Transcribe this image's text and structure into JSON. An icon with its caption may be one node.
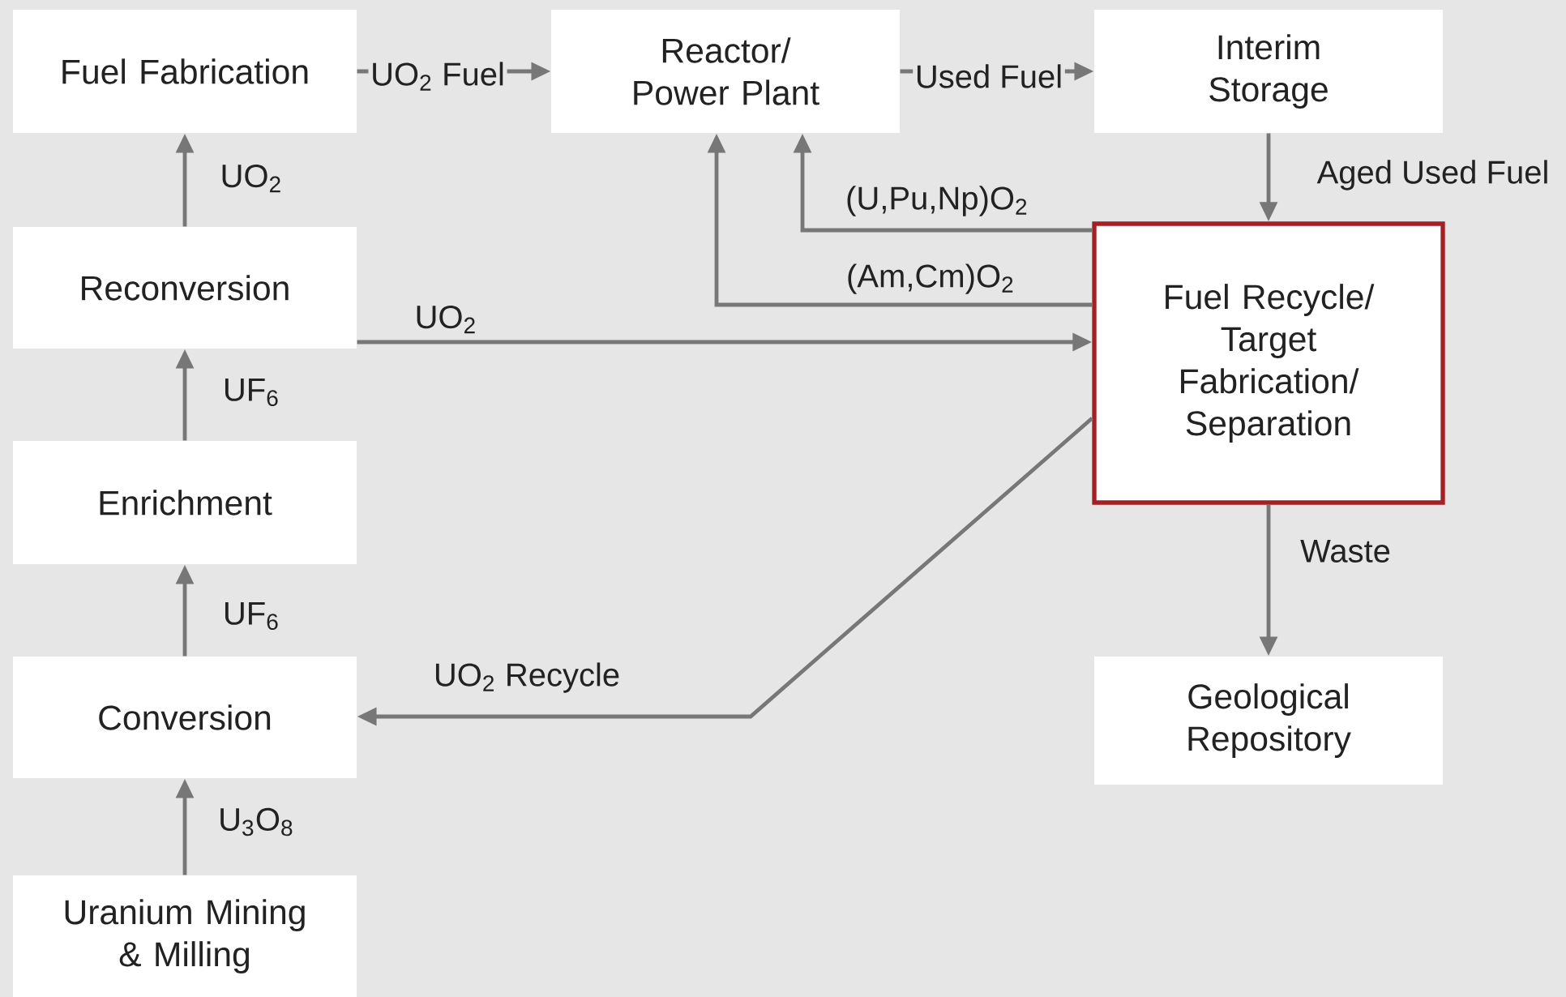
{
  "diagram": {
    "nodes": [
      {
        "text": [
          "Fuel Fabrication"
        ]
      },
      {
        "text": [
          "Reactor/ Power Plant"
        ]
      },
      {
        "text": [
          "Interim Storage"
        ]
      },
      {
        "text": [
          "Reconversion"
        ]
      },
      {
        "text": [
          "Fuel Recycle/ Target Fabrication/ Separation"
        ]
      },
      {
        "text": [
          "Enrichment"
        ]
      },
      {
        "text": [
          "Conversion"
        ]
      },
      {
        "text": [
          "Geological Repository"
        ]
      },
      {
        "text": [
          "Uranium Mining & Milling"
        ]
      }
    ],
    "edges": [
      {
        "from": 0,
        "to": 1,
        "arrow": "to",
        "label": "UO$_{2}$ Fuel"
      },
      {
        "from": 1,
        "to": 2,
        "arrow": "to",
        "label": "Used Fuel"
      },
      {
        "from": 2,
        "to": 4,
        "arrow": "to",
        "label": "Aged Used Fuel"
      },
      {
        "from": 4,
        "to": 1,
        "arrow": "to",
        "label": "(U,Pu,Np)O$_{2}$"
      },
      {
        "from": 4,
        "to": 1,
        "arrow": "to",
        "label": "(Am,Cm)O$_{2}$"
      },
      {
        "from": 3,
        "to": 4,
        "arrow": "to",
        "label": "UO$_{2}$"
      },
      {
        "from": 4,
        "to": 6,
        "arrow": "to",
        "label": "UO$_{2}$ Recycle"
      },
      {
        "from": 4,
        "to": 7,
        "arrow": "to",
        "label": "Waste"
      },
      {
        "from": 3,
        "to": 0,
        "arrow": "to",
        "label": "UO$_{2}$"
      },
      {
        "from": 5,
        "to": 3,
        "arrow": "to",
        "label": "UF$_{6}$"
      },
      {
        "from": 6,
        "to": 5,
        "arrow": "to",
        "label": "UF$_{6}$"
      },
      {
        "from": 8,
        "to": 6,
        "arrow": "to",
        "label": "U$_{3}$O$_{8}$"
      }
    ]
  }
}
